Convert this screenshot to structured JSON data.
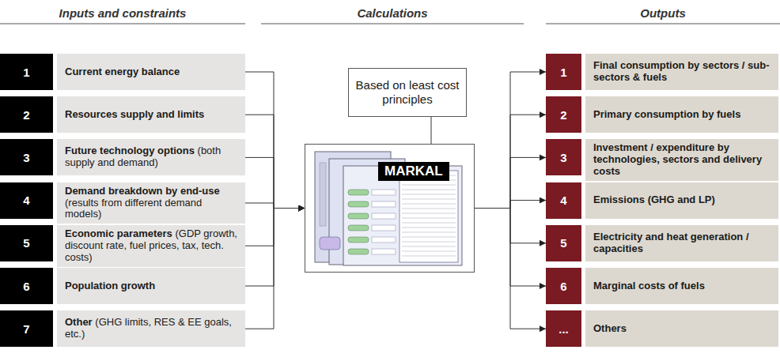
{
  "diagram": {
    "nodes": [
      {
        "text": [
          "1"
        ]
      },
      {
        "text": [
          "Current energy balance"
        ]
      },
      {
        "text": [
          "2"
        ]
      },
      {
        "text": [
          "Resources supply and limits"
        ]
      },
      {
        "text": [
          "3"
        ]
      },
      {
        "text": [
          "Future technology options",
          "(both supply and demand)"
        ]
      },
      {
        "text": [
          "4"
        ]
      },
      {
        "text": [
          "Demand breakdown by end-use",
          "(results from different demand models)"
        ]
      },
      {
        "text": [
          "5"
        ]
      },
      {
        "text": [
          "Economic parameters",
          "(GDP growth, discount rate, fuel prices, tax, tech. costs)"
        ]
      },
      {
        "text": [
          "6"
        ]
      },
      {
        "text": [
          "Population growth"
        ]
      },
      {
        "text": [
          "7"
        ]
      },
      {
        "text": [
          "Other",
          "(GHG limits, RES & EE goals, etc.)"
        ]
      },
      {
        "text": [
          "Based on least cost principles"
        ]
      },
      {
        "text": [
          "MARKAL"
        ]
      },
      {
        "text": [
          "1"
        ]
      },
      {
        "text": [
          "Final consumption by sectors / sub-sectors & fuels"
        ]
      },
      {
        "text": [
          "2"
        ]
      },
      {
        "text": [
          "Primary consumption by fuels"
        ]
      },
      {
        "text": [
          "3"
        ]
      },
      {
        "text": [
          "Investment / expenditure by technologies, sectors and delivery costs"
        ]
      },
      {
        "text": [
          "4"
        ]
      },
      {
        "text": [
          "Emissions (GHG and LP)"
        ]
      },
      {
        "text": [
          "5"
        ]
      },
      {
        "text": [
          "Electricity and heat generation / capacities"
        ]
      },
      {
        "text": [
          "6"
        ]
      },
      {
        "text": [
          "Marginal costs of fuels"
        ]
      },
      {
        "text": [
          "..."
        ]
      },
      {
        "text": [
          "Others"
        ]
      }
    ],
    "edges": [
      {
        "from": 1,
        "to": 15,
        "arrow": "to"
      },
      {
        "from": 3,
        "to": 15,
        "arrow": "to"
      },
      {
        "from": 5,
        "to": 15,
        "arrow": "to"
      },
      {
        "from": 7,
        "to": 15,
        "arrow": "to"
      },
      {
        "from": 9,
        "to": 15,
        "arrow": "to"
      },
      {
        "from": 11,
        "to": 15,
        "arrow": "to"
      },
      {
        "from": 13,
        "to": 15,
        "arrow": "to"
      },
      {
        "from": 14,
        "to": 15,
        "arrow": "none"
      },
      {
        "from": 15,
        "to": 16,
        "arrow": "to"
      },
      {
        "from": 15,
        "to": 18,
        "arrow": "to"
      },
      {
        "from": 15,
        "to": 20,
        "arrow": "to"
      },
      {
        "from": 15,
        "to": 22,
        "arrow": "to"
      },
      {
        "from": 15,
        "to": 24,
        "arrow": "to"
      },
      {
        "from": 15,
        "to": 26,
        "arrow": "to"
      },
      {
        "from": 15,
        "to": 28,
        "arrow": "to"
      }
    ],
    "labels": [
      "Inputs and constraints",
      "Calculations",
      "Outputs"
    ]
  }
}
